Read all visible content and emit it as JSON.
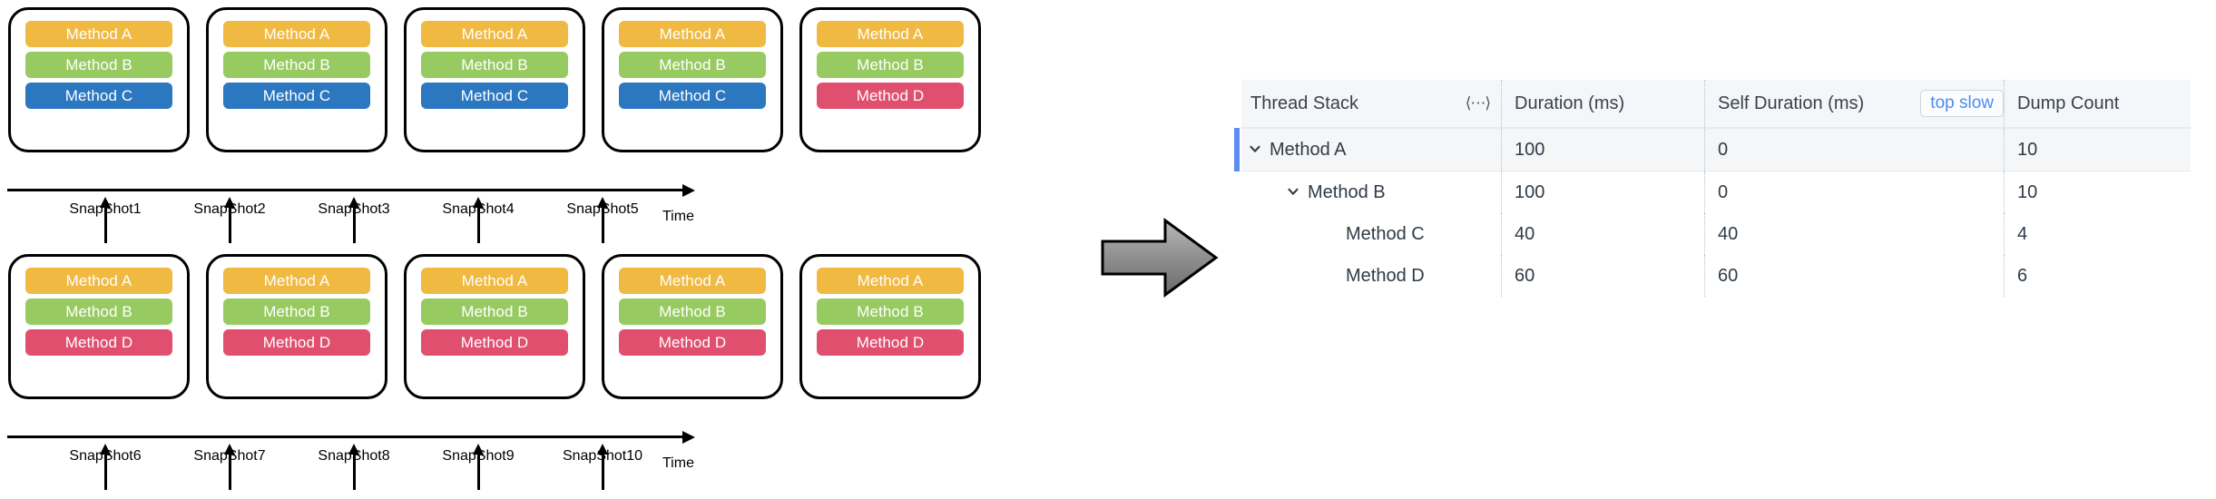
{
  "diagram": {
    "axis_title": "Time",
    "rows": [
      {
        "snapshots": [
          {
            "label": "SnapShot1",
            "frames": [
              {
                "name": "Method A",
                "color_key": "c-a"
              },
              {
                "name": "Method B",
                "color_key": "c-b"
              },
              {
                "name": "Method C",
                "color_key": "c-c"
              }
            ]
          },
          {
            "label": "SnapShot2",
            "frames": [
              {
                "name": "Method A",
                "color_key": "c-a"
              },
              {
                "name": "Method B",
                "color_key": "c-b"
              },
              {
                "name": "Method C",
                "color_key": "c-c"
              }
            ]
          },
          {
            "label": "SnapShot3",
            "frames": [
              {
                "name": "Method A",
                "color_key": "c-a"
              },
              {
                "name": "Method B",
                "color_key": "c-b"
              },
              {
                "name": "Method C",
                "color_key": "c-c"
              }
            ]
          },
          {
            "label": "SnapShot4",
            "frames": [
              {
                "name": "Method A",
                "color_key": "c-a"
              },
              {
                "name": "Method B",
                "color_key": "c-b"
              },
              {
                "name": "Method C",
                "color_key": "c-c"
              }
            ]
          },
          {
            "label": "SnapShot5",
            "frames": [
              {
                "name": "Method A",
                "color_key": "c-a"
              },
              {
                "name": "Method B",
                "color_key": "c-b"
              },
              {
                "name": "Method D",
                "color_key": "c-d"
              }
            ]
          }
        ]
      },
      {
        "snapshots": [
          {
            "label": "SnapShot6",
            "frames": [
              {
                "name": "Method A",
                "color_key": "c-a"
              },
              {
                "name": "Method B",
                "color_key": "c-b"
              },
              {
                "name": "Method D",
                "color_key": "c-d"
              }
            ]
          },
          {
            "label": "SnapShot7",
            "frames": [
              {
                "name": "Method A",
                "color_key": "c-a"
              },
              {
                "name": "Method B",
                "color_key": "c-b"
              },
              {
                "name": "Method D",
                "color_key": "c-d"
              }
            ]
          },
          {
            "label": "SnapShot8",
            "frames": [
              {
                "name": "Method A",
                "color_key": "c-a"
              },
              {
                "name": "Method B",
                "color_key": "c-b"
              },
              {
                "name": "Method D",
                "color_key": "c-d"
              }
            ]
          },
          {
            "label": "SnapShot9",
            "frames": [
              {
                "name": "Method A",
                "color_key": "c-a"
              },
              {
                "name": "Method B",
                "color_key": "c-b"
              },
              {
                "name": "Method D",
                "color_key": "c-d"
              }
            ]
          },
          {
            "label": "SnapShot10",
            "frames": [
              {
                "name": "Method A",
                "color_key": "c-a"
              },
              {
                "name": "Method B",
                "color_key": "c-b"
              },
              {
                "name": "Method D",
                "color_key": "c-d"
              }
            ]
          }
        ]
      }
    ],
    "colors": {
      "method_a": "#f0b942",
      "method_b": "#97cb62",
      "method_c": "#2b77c0",
      "method_d": "#e0506e",
      "card_border": "#000000",
      "axis": "#000000"
    }
  },
  "flow_arrow": {
    "icon": "right-arrow-icon",
    "fill_start": "#b0b0b0",
    "fill_end": "#6e6e6e",
    "stroke": "#000000"
  },
  "table": {
    "columns": [
      {
        "key": "stack",
        "label": "Thread Stack",
        "resize_icon": "⟨⋯⟩"
      },
      {
        "key": "duration",
        "label": "Duration (ms)"
      },
      {
        "key": "self_duration",
        "label": "Self Duration (ms)"
      },
      {
        "key": "dump_count",
        "label": "Dump Count"
      }
    ],
    "top_slow_label": "top slow",
    "accent_color": "#5b8def",
    "link_color": "#4d8cf5",
    "rows": [
      {
        "name": "Method A",
        "indent": 0,
        "expandable": true,
        "selected": true,
        "duration": "100",
        "self_duration": "0",
        "dump_count": "10"
      },
      {
        "name": "Method B",
        "indent": 1,
        "expandable": true,
        "selected": false,
        "duration": "100",
        "self_duration": "0",
        "dump_count": "10"
      },
      {
        "name": "Method C",
        "indent": 2,
        "expandable": false,
        "selected": false,
        "duration": "40",
        "self_duration": "40",
        "dump_count": "4"
      },
      {
        "name": "Method D",
        "indent": 2,
        "expandable": false,
        "selected": false,
        "duration": "60",
        "self_duration": "60",
        "dump_count": "6"
      }
    ]
  }
}
